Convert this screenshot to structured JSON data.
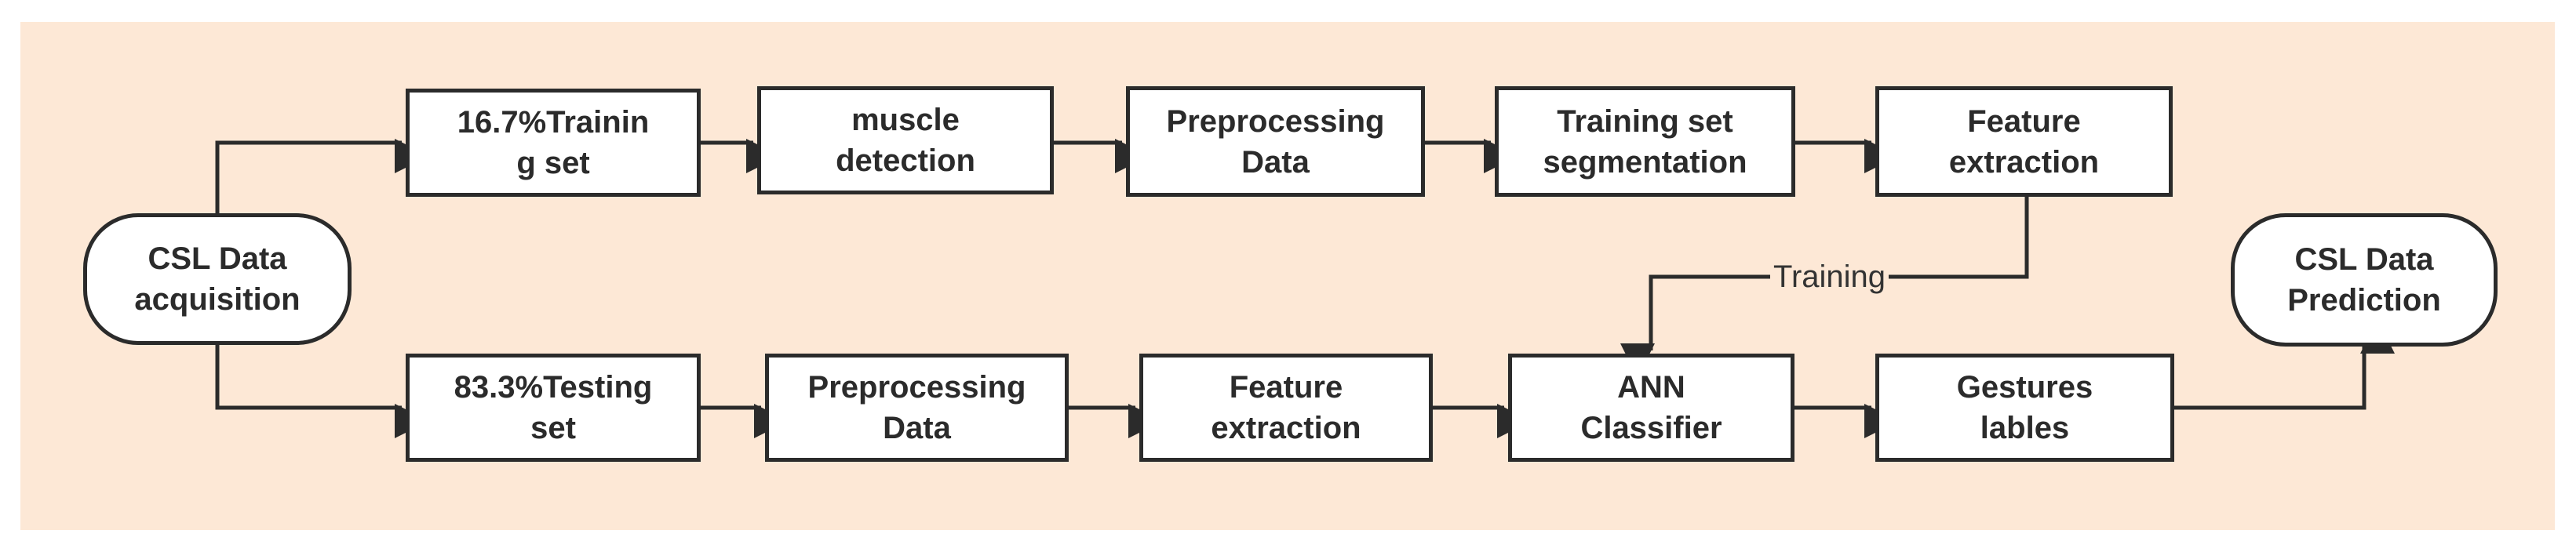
{
  "diagram": {
    "start": {
      "label": "CSL Data\nacquisition"
    },
    "end": {
      "label": "CSL Data\nPrediction"
    },
    "top_row": [
      {
        "label": "16.7%Trainin\ng set"
      },
      {
        "label": "muscle\ndetection"
      },
      {
        "label": "Preprocessing\nData"
      },
      {
        "label": "Training set\nsegmentation"
      },
      {
        "label": "Feature\nextraction"
      }
    ],
    "bottom_row": [
      {
        "label": "83.3%Testing\nset"
      },
      {
        "label": "Preprocessing\nData"
      },
      {
        "label": "Feature\nextraction"
      },
      {
        "label": "ANN\nClassifier"
      },
      {
        "label": "Gestures\nlables"
      }
    ],
    "edge_label": "Training",
    "colors": {
      "background": "#fde8d6",
      "stroke": "#2b2b2b",
      "box": "#ffffff"
    }
  }
}
